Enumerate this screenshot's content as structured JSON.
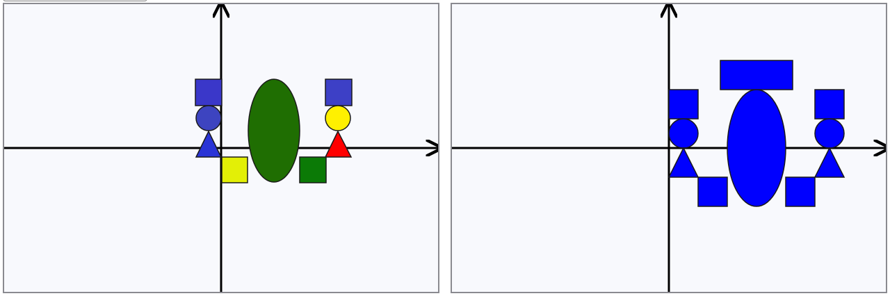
{
  "colors": {
    "panel_bg": "#f8f9fd",
    "panel_border": "#8a8a90",
    "axis": "#000000",
    "shape_stroke": "#1a1a1a"
  },
  "panels": [
    {
      "name": "left-panel",
      "shapes": [
        {
          "name": "square-top-left",
          "kind": "rect",
          "fill": "#3a37c9"
        },
        {
          "name": "circle-left",
          "kind": "circle",
          "fill": "#3d44c0"
        },
        {
          "name": "triangle-left",
          "kind": "triangle",
          "fill": "#2a34d6"
        },
        {
          "name": "square-yellow",
          "kind": "rect",
          "fill": "#e3ef06"
        },
        {
          "name": "ellipse-green",
          "kind": "ellipse",
          "fill": "#1f6e02"
        },
        {
          "name": "square-green",
          "kind": "rect",
          "fill": "#0b7a06"
        },
        {
          "name": "square-top-right",
          "kind": "rect",
          "fill": "#3d40c6"
        },
        {
          "name": "circle-yellow",
          "kind": "circle",
          "fill": "#fff000"
        },
        {
          "name": "triangle-red",
          "kind": "triangle",
          "fill": "#ff0000"
        }
      ]
    },
    {
      "name": "right-panel",
      "shapes": [
        {
          "name": "bar-top",
          "kind": "rect",
          "fill": "#0000ff"
        },
        {
          "name": "square-top-left",
          "kind": "rect",
          "fill": "#0000ff"
        },
        {
          "name": "circle-left",
          "kind": "circle",
          "fill": "#0000ff"
        },
        {
          "name": "triangle-left",
          "kind": "triangle",
          "fill": "#0000ff"
        },
        {
          "name": "square-bottom-left",
          "kind": "rect",
          "fill": "#0000ff"
        },
        {
          "name": "ellipse-center",
          "kind": "ellipse",
          "fill": "#0000ff"
        },
        {
          "name": "square-bottom-right",
          "kind": "rect",
          "fill": "#0000ff"
        },
        {
          "name": "square-top-right",
          "kind": "rect",
          "fill": "#0000ff"
        },
        {
          "name": "circle-right",
          "kind": "circle",
          "fill": "#0000ff"
        },
        {
          "name": "triangle-right",
          "kind": "triangle",
          "fill": "#0000ff"
        }
      ]
    }
  ]
}
